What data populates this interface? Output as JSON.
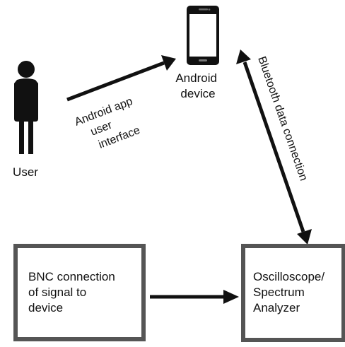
{
  "diagram": {
    "nodes": {
      "user": {
        "label": "User",
        "icon": "person-icon"
      },
      "android": {
        "label_lines": [
          "Android",
          "device"
        ],
        "icon": "smartphone-icon"
      },
      "bnc": {
        "label_lines": [
          "BNC connection",
          "of signal to",
          "device"
        ]
      },
      "scope": {
        "label_lines": [
          "Oscilloscope/",
          "Spectrum",
          "Analyzer"
        ]
      }
    },
    "edges": {
      "user_to_android": {
        "label_lines": [
          "Android app",
          "user",
          "interface"
        ]
      },
      "android_scope": {
        "label": "Bluetooth data connection",
        "bidirectional": true
      },
      "bnc_to_scope": {
        "label": ""
      }
    },
    "colors": {
      "stroke": "#111111",
      "box_border": "#555555",
      "text": "#111111"
    }
  }
}
